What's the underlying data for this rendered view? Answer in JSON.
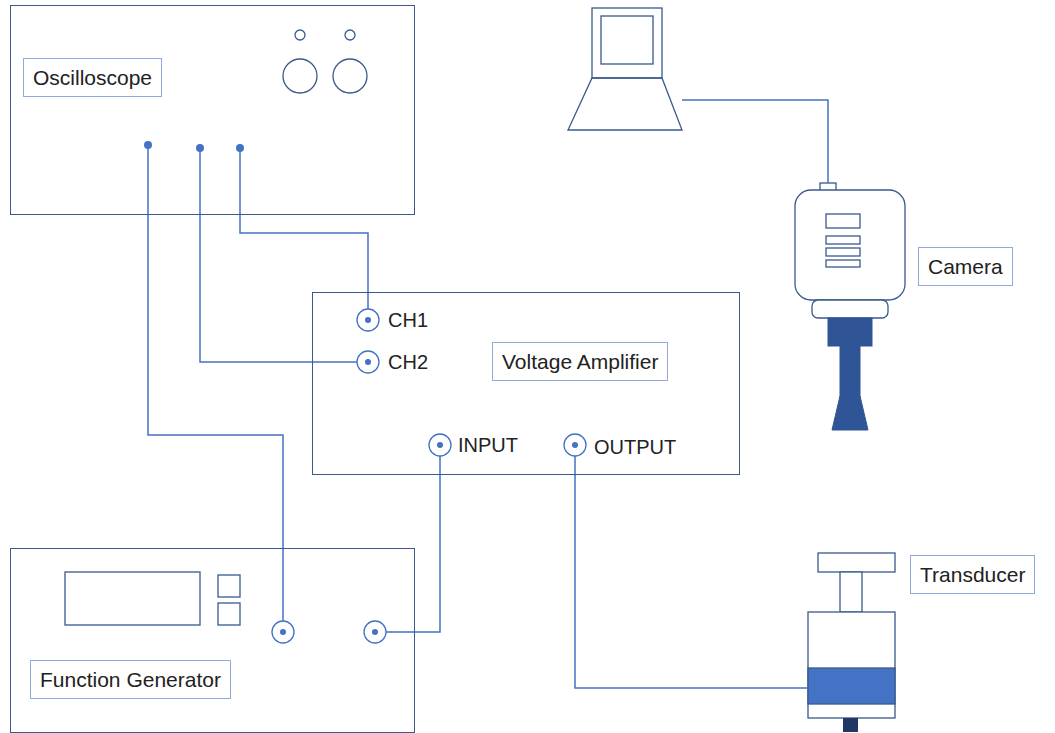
{
  "diagram": {
    "nodes": [
      {
        "text": [
          "Oscilloscope"
        ]
      },
      {
        "text": [
          "Camera"
        ]
      },
      {
        "text": [
          "Voltage Amplifier"
        ]
      },
      {
        "text": [
          "Transducer"
        ]
      },
      {
        "text": [
          "Function Generator"
        ]
      }
    ],
    "edges": [
      {
        "from": 0,
        "to": 2,
        "arrow": "none"
      },
      {
        "from": 0,
        "to": 2,
        "arrow": "none"
      },
      {
        "from": 0,
        "to": 4,
        "arrow": "none"
      },
      {
        "from": 4,
        "to": 2,
        "arrow": "none"
      },
      {
        "from": 2,
        "to": 3,
        "arrow": "none"
      }
    ],
    "labels": [
      "CH1",
      "CH2",
      "INPUT",
      "OUTPUT"
    ]
  }
}
